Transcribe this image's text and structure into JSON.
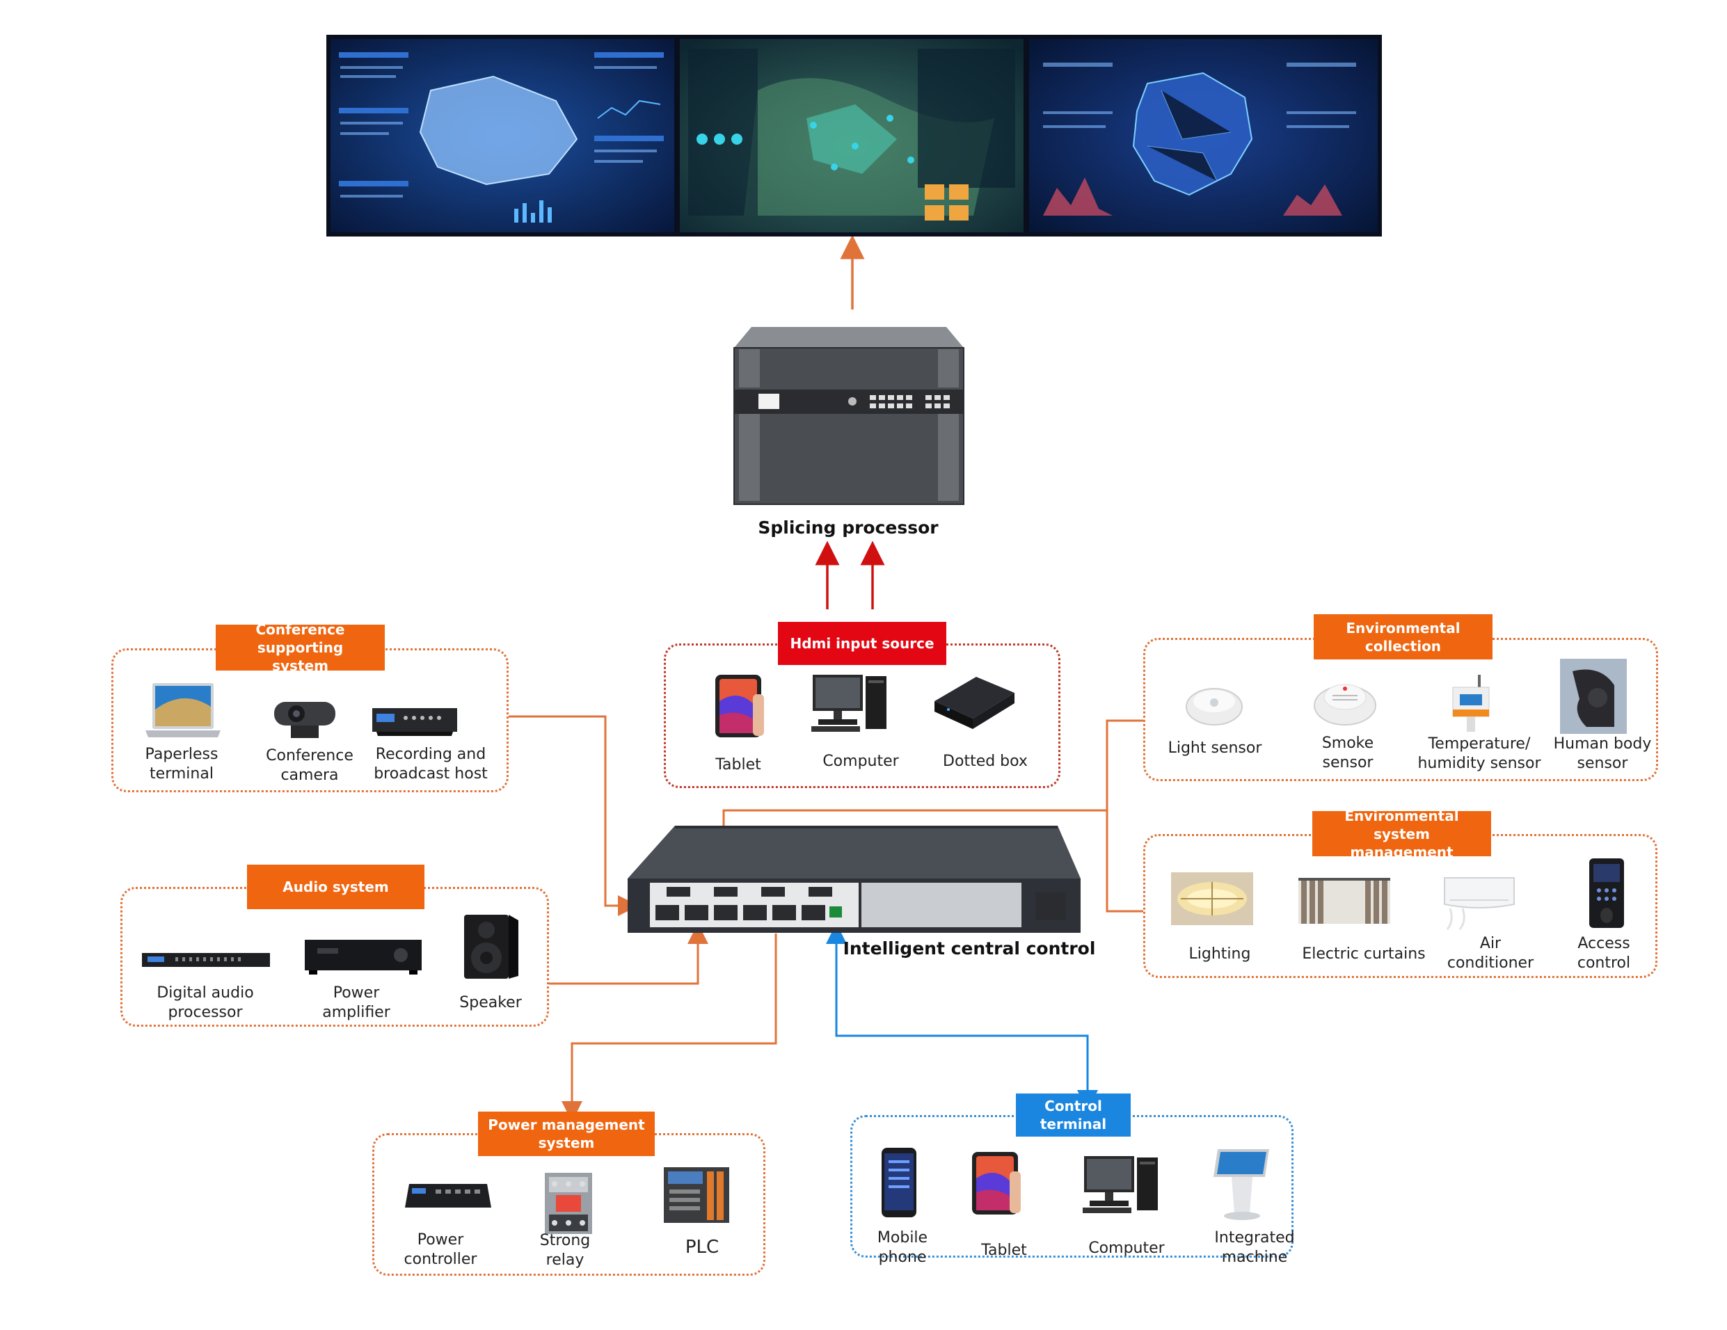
{
  "colors": {
    "orange": "#f0650f",
    "orange_line": "#e0733a",
    "red": "#e30613",
    "blue": "#1a86e0",
    "screen_bg": "#0b1e46"
  },
  "video_wall": {
    "screens": [
      "screen-1",
      "screen-2",
      "screen-3"
    ]
  },
  "splicing_processor": {
    "title": "Splicing processor"
  },
  "central_control": {
    "title": "Intelligent central control"
  },
  "hdmi": {
    "badge": "Hdmi input source",
    "items": [
      "Tablet",
      "Computer",
      "Dotted box"
    ]
  },
  "conference": {
    "badge": "Conference supporting\nsystem",
    "items": [
      "Paperless\nterminal",
      "Conference\ncamera",
      "Recording and\nbroadcast host"
    ]
  },
  "audio": {
    "badge": "Audio system",
    "items": [
      "Digital audio\nprocessor",
      "Power\namplifier",
      "Speaker"
    ]
  },
  "env_collection": {
    "badge": "Environmental\ncollection",
    "items": [
      "Light sensor",
      "Smoke\nsensor",
      "Temperature/\nhumidity sensor",
      "Human body\nsensor"
    ]
  },
  "env_management": {
    "badge": "Environmental system\nmanagement",
    "items": [
      "Lighting",
      "Electric curtains",
      "Air\nconditioner",
      "Access\ncontrol"
    ]
  },
  "power": {
    "badge": "Power management\nsystem",
    "items": [
      "Power\ncontroller",
      "Strong\nrelay",
      "PLC"
    ]
  },
  "control_terminal": {
    "badge": "Control terminal",
    "items": [
      "Mobile\nphone",
      "Tablet",
      "Computer",
      "Integrated\nmachine"
    ]
  }
}
